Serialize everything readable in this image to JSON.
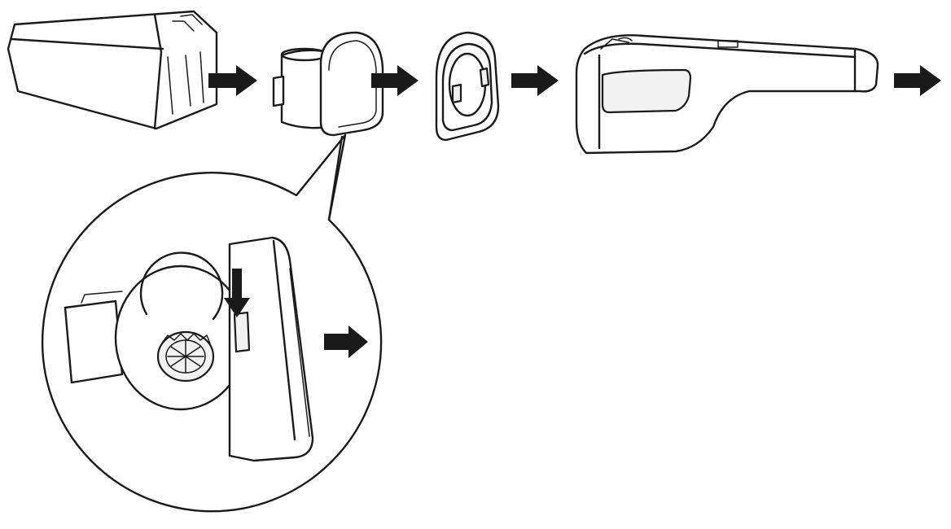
{
  "diagram": {
    "steps": [
      {
        "icon": "dust-bowl-icon"
      },
      {
        "icon": "filter-icon"
      },
      {
        "icon": "filter-seal-icon"
      },
      {
        "icon": "handheld-body-icon"
      }
    ],
    "arrow_count": 5,
    "detail_inset": {
      "icon": "filter-release-detail-icon",
      "release_arrow": "down",
      "remove_arrow": "right"
    },
    "colors": {
      "line": "#1a1a1a",
      "background": "#ffffff",
      "fill": "#ffffff"
    }
  }
}
